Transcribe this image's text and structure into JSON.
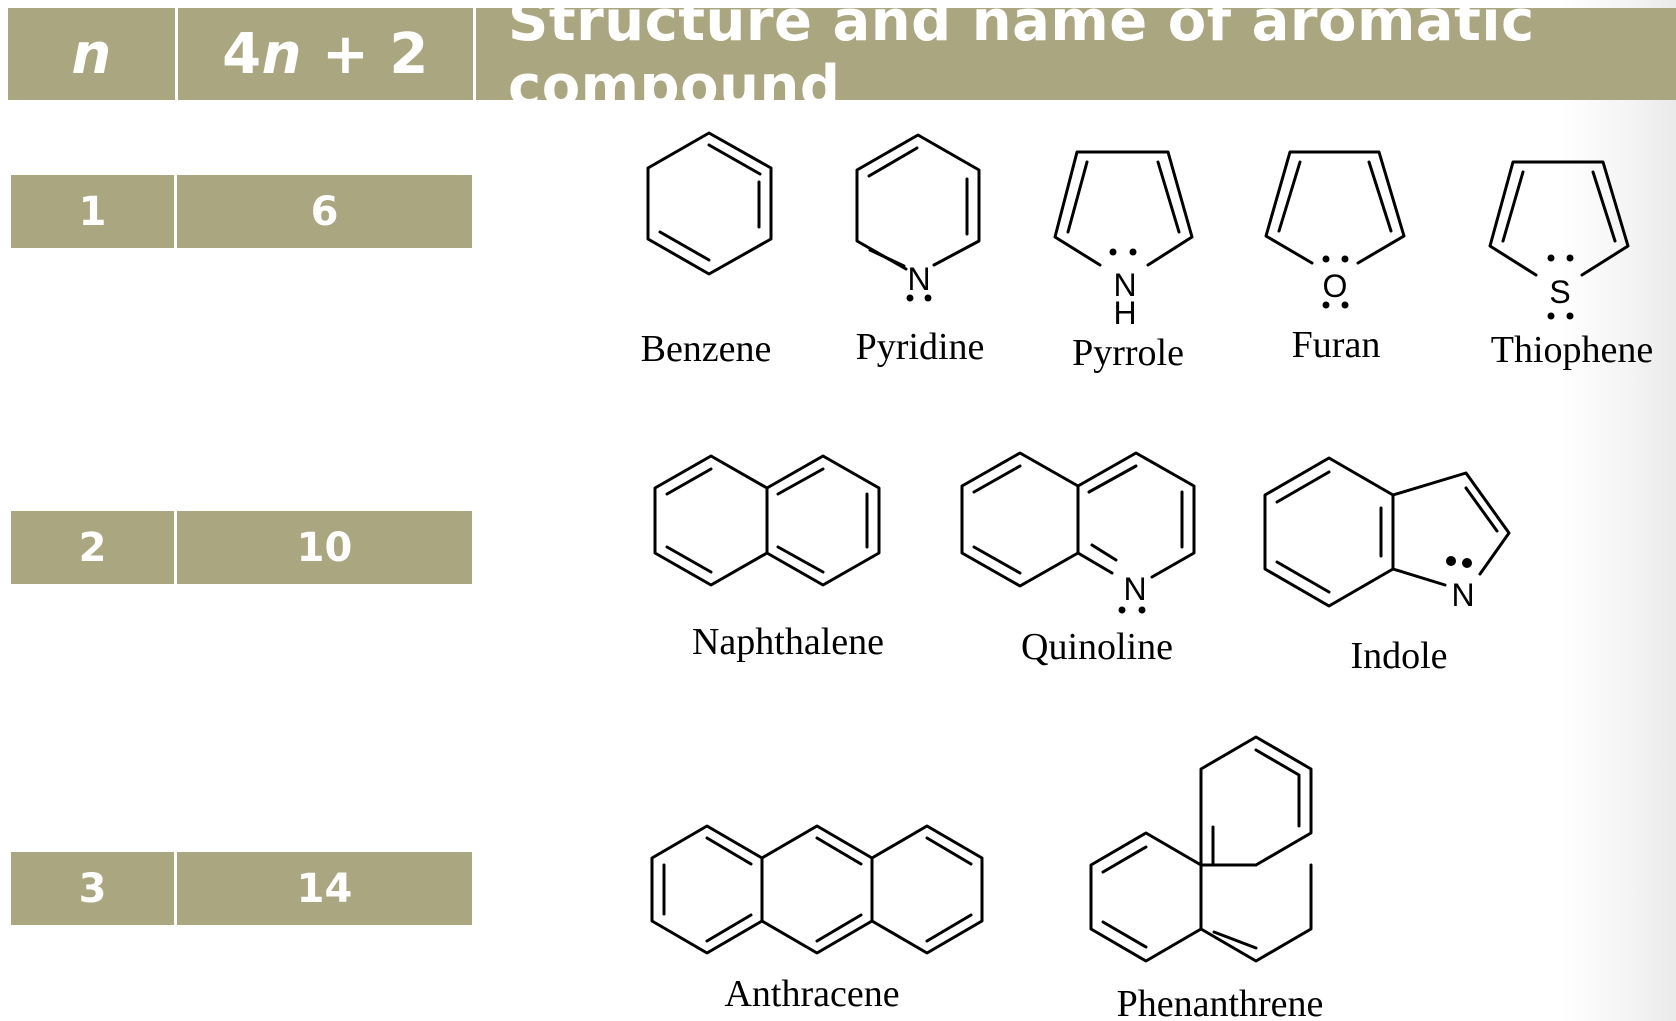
{
  "header": {
    "n": "n",
    "formula_n": "n",
    "formula_prefix": "4",
    "formula_suffix": " + 2",
    "structure": "Structure and name of aromatic compound"
  },
  "rows": [
    {
      "n": "1",
      "electrons": "6"
    },
    {
      "n": "2",
      "electrons": "10"
    },
    {
      "n": "3",
      "electrons": "14"
    }
  ],
  "compounds": {
    "benzene": "Benzene",
    "pyridine": "Pyridine",
    "pyrrole": "Pyrrole",
    "furan": "Furan",
    "thiophene": "Thiophene",
    "naphthalene": "Naphthalene",
    "quinoline": "Quinoline",
    "indole": "Indole",
    "anthracene": "Anthracene",
    "phenanthrene": "Phenanthrene"
  },
  "atoms": {
    "N": "N",
    "H": "H",
    "O": "O",
    "S": "S"
  },
  "colors": {
    "header_bg": "#aaa67f",
    "header_text": "#ffffff"
  }
}
